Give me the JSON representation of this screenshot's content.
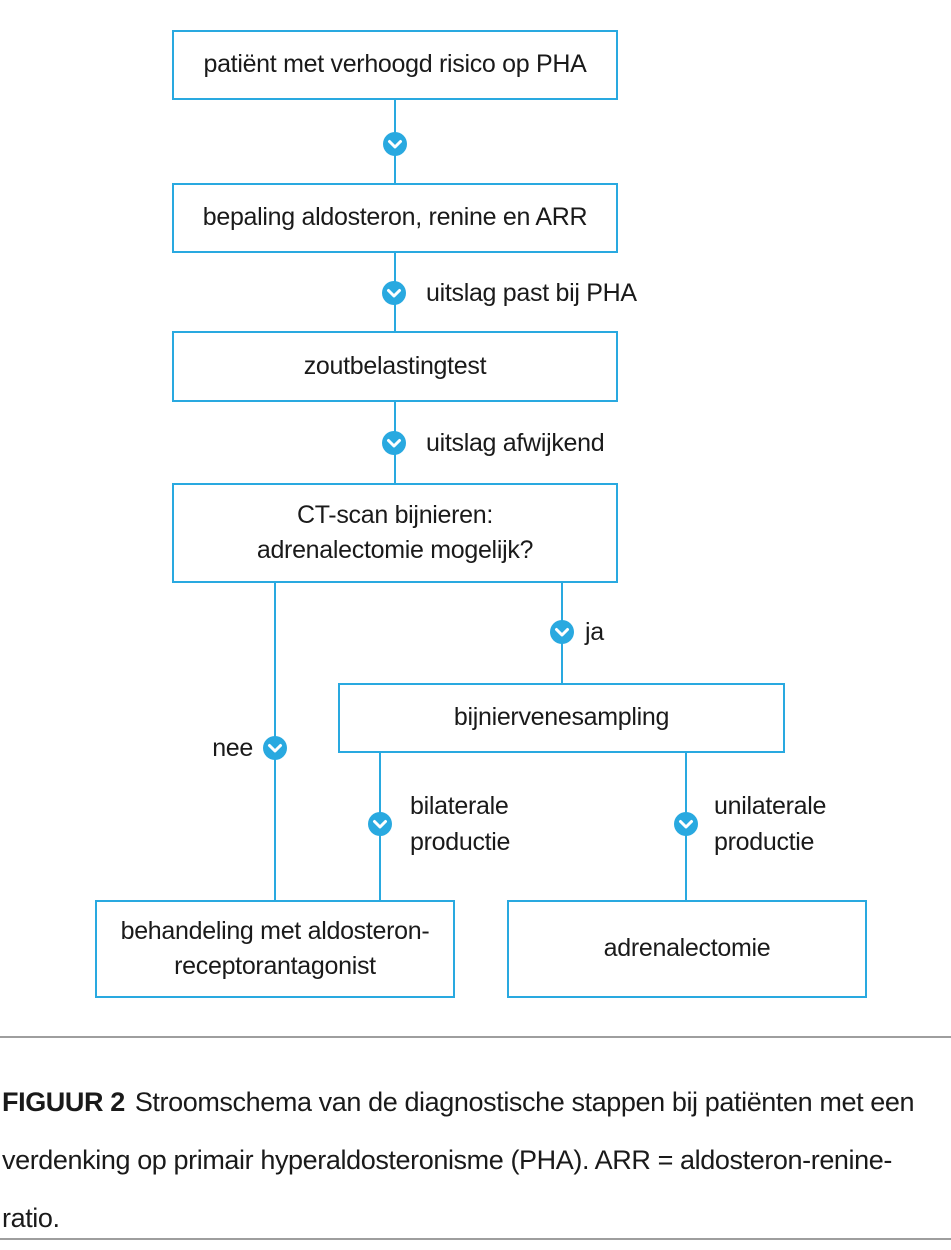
{
  "diagram": {
    "colors": {
      "accent": "#29a9e0",
      "text": "#1a1a1a",
      "rule": "#9e9e9e"
    },
    "nodes": {
      "risk": {
        "label": "patiënt met verhoogd risico op PHA"
      },
      "bepaling": {
        "label": "bepaling aldosteron, renine en ARR"
      },
      "zoutbelastingtest": {
        "label": "zoutbelastingtest"
      },
      "ct_scan": {
        "label": "CT-scan bijnieren:\nadrenalectomie mogelijk?"
      },
      "sampling": {
        "label": "bijniervenesampling"
      },
      "behandeling": {
        "label": "behandeling met aldosteron-\nreceptorantagonist"
      },
      "adrenalectomie": {
        "label": "adrenalectomie"
      }
    },
    "edge_labels": {
      "past_bij_pha": "uitslag past bij PHA",
      "afwijkend": "uitslag afwijkend",
      "ja": "ja",
      "nee": "nee",
      "bilateraal": "bilaterale\nproductie",
      "unilateraal": "unilaterale\nproductie"
    }
  },
  "caption": {
    "figure_label": "FIGUUR 2",
    "text": "Stroomschema van de diagnostische stappen bij patiënten met een verdenking op primair hyperaldosteronisme (PHA). ARR = aldosteron-renine-ratio."
  }
}
